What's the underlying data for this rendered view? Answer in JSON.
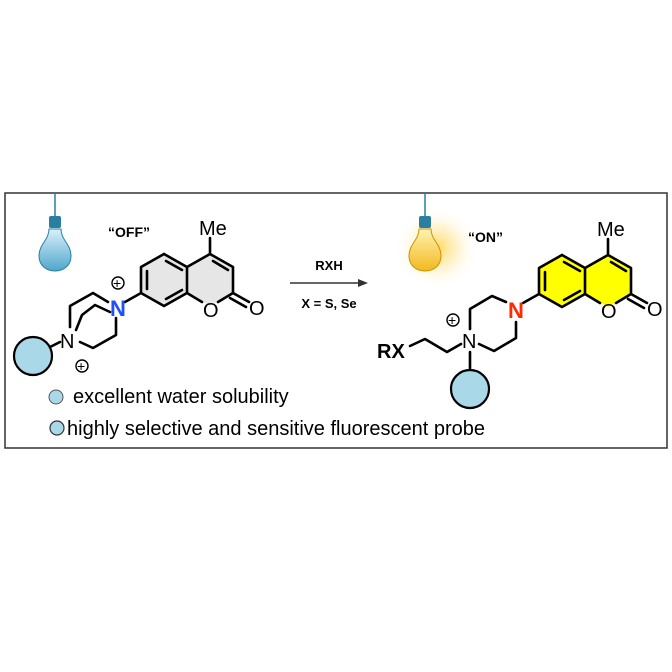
{
  "left": {
    "state_label": "“OFF”",
    "methyl": "Me",
    "atoms": {
      "n_plus_top": "N",
      "n_plus_bottom": "N",
      "ring_o": "O",
      "carbonyl_o": "O"
    },
    "charge": "+"
  },
  "arrow": {
    "reagent": "RXH",
    "condition": "X = S, Se"
  },
  "right": {
    "state_label": "“ON”",
    "methyl": "Me",
    "substituent": "RX",
    "atoms": {
      "n_amine": "N",
      "n_plus": "N",
      "ring_o": "O",
      "carbonyl_o": "O"
    },
    "charge": "+"
  },
  "bullets": [
    {
      "text": "excellent water solubility"
    },
    {
      "text": "highly selective and sensitive fluorescent probe"
    }
  ],
  "colors": {
    "polymer": "#a9d8e8",
    "n_off": "#1f4fff",
    "n_on": "#ff2a00",
    "fluorophore_on": "#ffff00",
    "fluorophore_off": "#e6e6e6",
    "bulb_off": "#5fb4d6",
    "bulb_on": "#f7c531"
  }
}
